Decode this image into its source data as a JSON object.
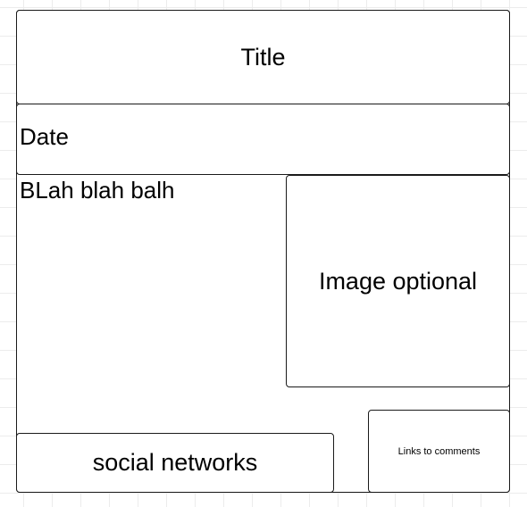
{
  "diagram": {
    "title_label": "Title",
    "date_label": "Date",
    "body_label": "BLah blah balh",
    "image_label": "Image optional",
    "links_label": "Links to comments",
    "social_label": "social networks",
    "colors": {
      "stroke": "#1a1a1a",
      "background": "#ffffff",
      "grid": "#ececec"
    }
  }
}
